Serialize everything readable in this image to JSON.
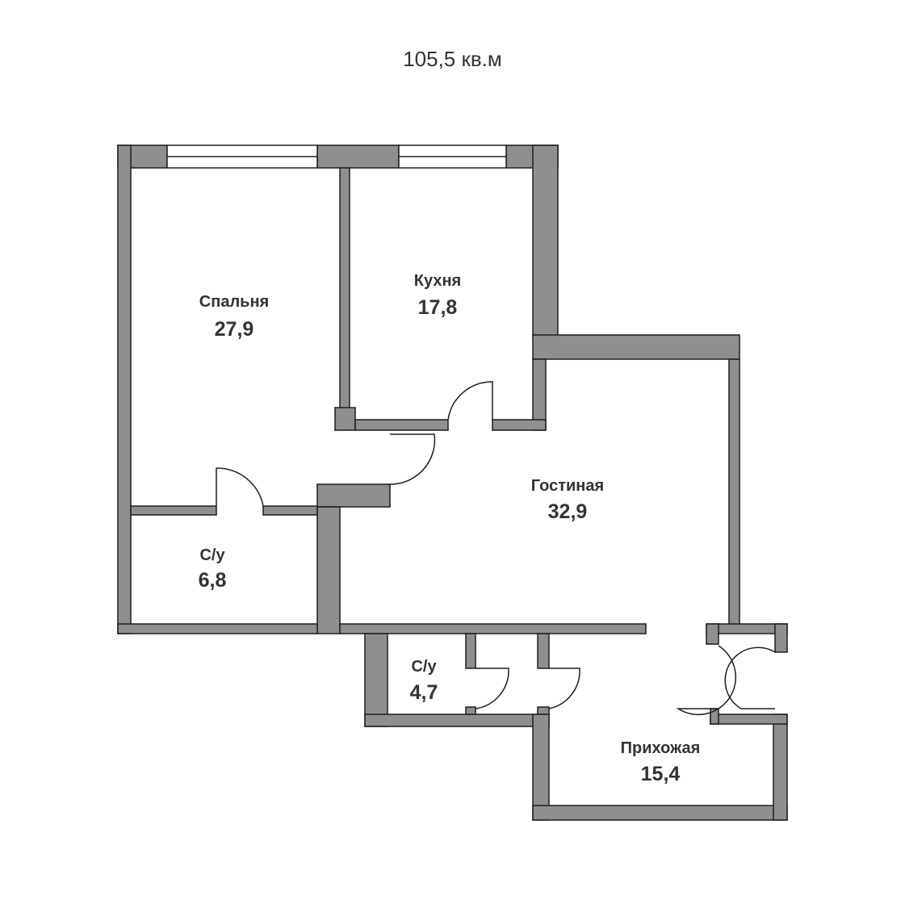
{
  "plan": {
    "total_area": "105,5 кв.м",
    "rooms": [
      {
        "name": "Спальня",
        "area": "27,9"
      },
      {
        "name": "Кухня",
        "area": "17,8"
      },
      {
        "name": "Гостиная",
        "area": "32,9"
      },
      {
        "name": "С/у",
        "area": "6,8"
      },
      {
        "name": "С/у",
        "area": "4,7"
      },
      {
        "name": "Прихожая",
        "area": "15,4"
      }
    ],
    "colors": {
      "wall": "#8f8f8f",
      "outline": "#1e1e1e",
      "text": "#333333"
    }
  }
}
